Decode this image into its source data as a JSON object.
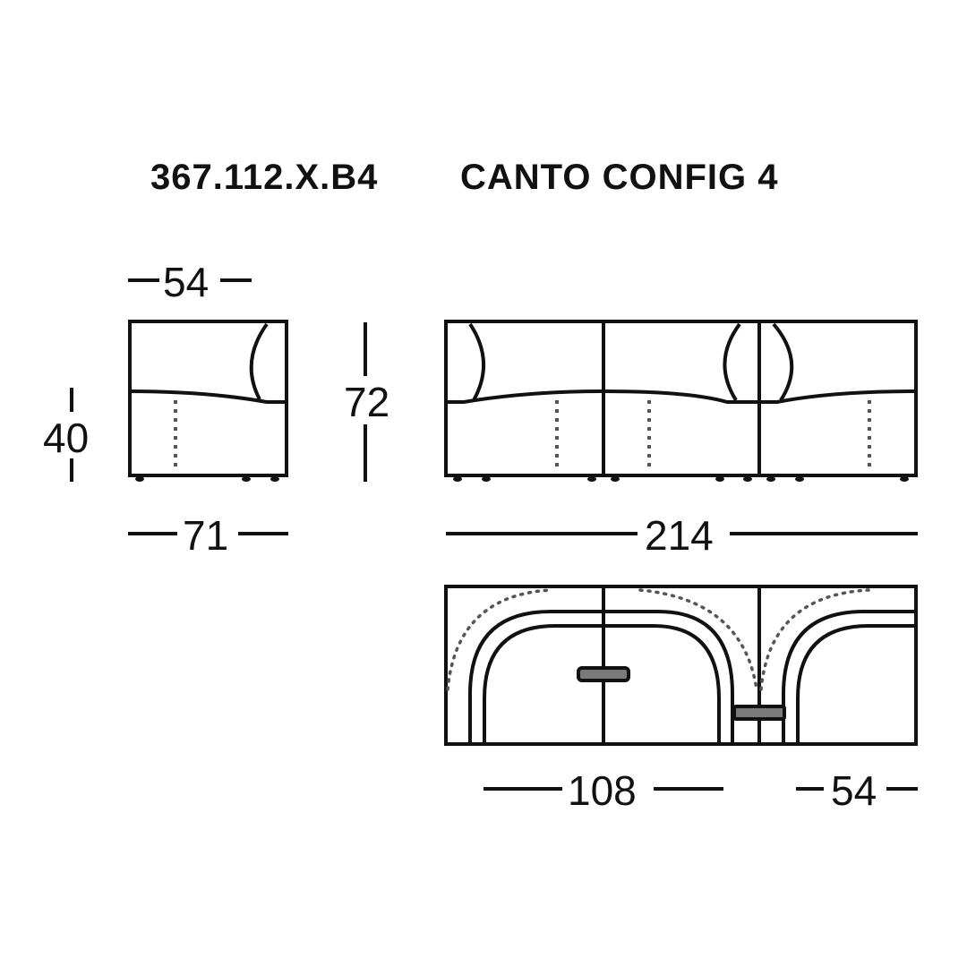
{
  "title": {
    "code": "367.112.X.B4",
    "name": "CANTO CONFIG 4"
  },
  "dimensions": {
    "side_depth_top": "54",
    "side_height": "40",
    "side_width": "71",
    "overall_height": "72",
    "overall_width": "214",
    "plan_segment": "108",
    "plan_end": "54"
  },
  "colors": {
    "line": "#111111",
    "cushion": "#7a7a7a",
    "dotted": "#555555"
  }
}
